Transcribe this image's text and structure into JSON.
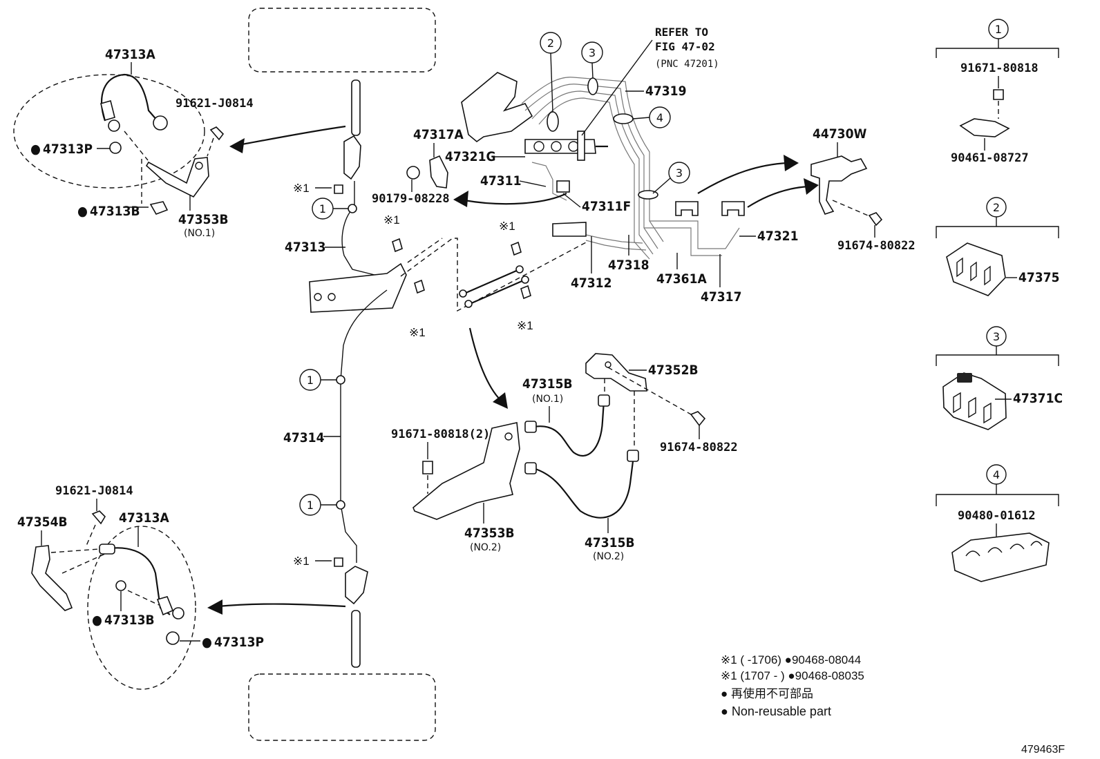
{
  "refer": {
    "line1": "REFER TO",
    "line2": "FIG 47-02",
    "line3": "(PNC 47201)"
  },
  "part_labels": {
    "p47313A_top": "47313A",
    "p91621_top": "91621-J0814",
    "p47313P_top": "47313P",
    "p47313B_top": "47313B",
    "p47353B_no1": "47353B",
    "p47353B_no1_sub": "(NO.1)",
    "p47313": "47313",
    "p47314": "47314",
    "p91621_bot": "91621-J0814",
    "p47354B": "47354B",
    "p47313A_bot": "47313A",
    "p47313B_bot": "47313B",
    "p47313P_bot": "47313P",
    "p47317A": "47317A",
    "p47321G": "47321G",
    "p47311": "47311",
    "p90179": "90179-08228",
    "p47311F": "47311F",
    "p47319": "47319",
    "p47318": "47318",
    "p47312": "47312",
    "p47361A": "47361A",
    "p47317": "47317",
    "p47321": "47321",
    "p44730W": "44730W",
    "p91674_right": "91674-80822",
    "p47352B": "47352B",
    "p47315B_no1": "47315B",
    "p47315B_no1_sub": "(NO.1)",
    "p91671_2": "91671-80818(2)",
    "p91674_mid": "91674-80822",
    "p47353B_no2": "47353B",
    "p47353B_no2_sub": "(NO.2)",
    "p47315B_no2": "47315B",
    "p47315B_no2_sub": "(NO.2)"
  },
  "markers": {
    "m1": "1",
    "m2": "2",
    "m3": "3",
    "m4": "4",
    "x1": "※1",
    "dot": "●"
  },
  "legend_panels": [
    {
      "number": "1",
      "part_top": "91671-80818",
      "part_bottom": "90461-08727"
    },
    {
      "number": "2",
      "part": "47375"
    },
    {
      "number": "3",
      "part": "47371C"
    },
    {
      "number": "4",
      "part": "90480-01612"
    }
  ],
  "notes": {
    "line1": "※1 (        -1706) ●90468-08044",
    "line2": "※1 (1707 -       ) ●90468-08035",
    "line3": "● 再使用不可部品",
    "line4": "● Non-reusable part"
  },
  "figure_id": "479463F"
}
